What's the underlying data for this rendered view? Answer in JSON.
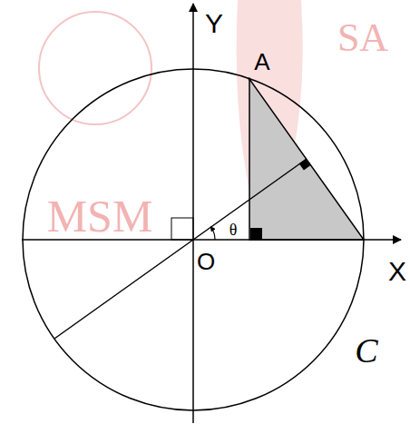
{
  "diagram": {
    "labels": [
      "SA",
      "MSM",
      "Y",
      "A",
      "θ",
      "O",
      "X",
      "C"
    ]
  }
}
